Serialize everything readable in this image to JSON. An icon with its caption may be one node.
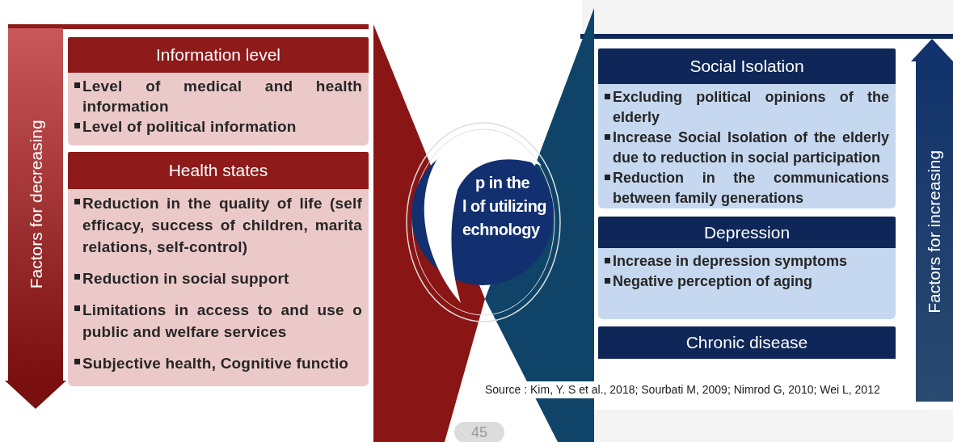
{
  "diagram": {
    "nodes": [
      {
        "text": [
          "Information level",
          "Level of medical and health information",
          "Level of political information"
        ]
      },
      {
        "text": [
          "Health states",
          "Reduction in the quality of life (self efficacy, success of children, marita relations, self-control)",
          "Reduction in social support",
          "Limitations in access to and use o public and welfare services",
          "Subjective health, Cognitive functio"
        ]
      },
      {
        "text": [
          "p in the",
          "l of utilizing",
          "echnology"
        ]
      },
      {
        "text": [
          "Social Isolation",
          "Excluding political opinions of the elderly",
          "Increase Social Isolation of the elderly due to reduction in social participation",
          "Reduction in the communications between family generations"
        ]
      },
      {
        "text": [
          "Depression",
          "Increase in depression symptoms",
          "Negative perception of aging"
        ]
      },
      {
        "text": [
          "Chronic disease"
        ]
      }
    ],
    "labels": [
      "Factors for decreasing",
      "Factors for increasing",
      "Source : Kim, Y. S et al., 2018; Sourbati M, 2009; Nimrod G, 2010; Wei L, 2012",
      "45"
    ]
  }
}
